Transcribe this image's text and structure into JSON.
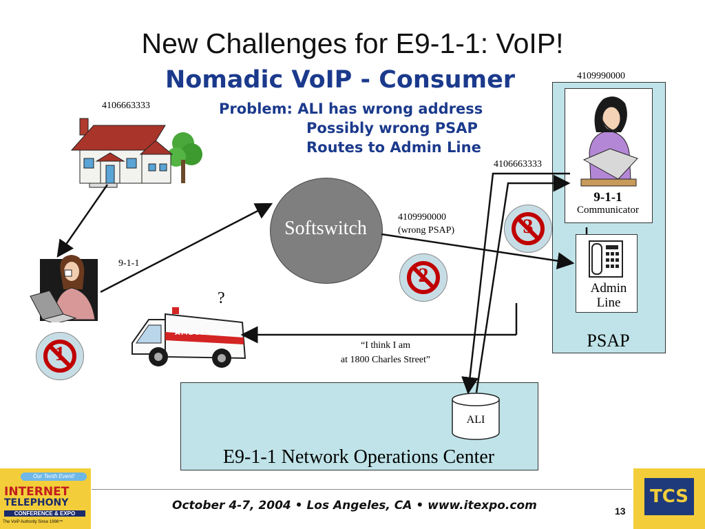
{
  "slide": {
    "title": "New Challenges for E9-1-1:  VoIP!",
    "subtitle": "Nomadic VoIP - Consumer",
    "problem_lines": [
      "Problem: ALI has wrong address",
      "Possibly wrong PSAP",
      "Routes to Admin Line"
    ]
  },
  "numbers": {
    "house": "4106663333",
    "psap_top": "4109990000",
    "psap_in": "4106663333",
    "wrong_psap_num": "4109990000",
    "wrong_psap_label": "(wrong PSAP)"
  },
  "labels": {
    "softswitch": "Softswitch",
    "call": "9-1-1",
    "question": "?",
    "quote_line1": "“I think I am",
    "quote_line2": "at 1800 Charles Street”",
    "comm_line1": "9-1-1",
    "comm_line2": "Communicator",
    "admin_line1": "Admin",
    "admin_line2": "Line",
    "psap": "PSAP",
    "ali": "ALI",
    "noc": "E9-1-1 Network Operations Center",
    "ambulance": "AMBULANCE"
  },
  "signs": [
    "1",
    "2",
    "3"
  ],
  "footer": {
    "text": "October 4-7, 2004 • Los Angeles, CA • www.itexpo.com",
    "page": "13",
    "logo_left": [
      "Our Tenth Event!",
      "INTERNET",
      "TELEPHONY",
      "CONFERENCE & EXPO",
      "The VoIP Authority Since 1998™"
    ],
    "logo_right": "TCS"
  },
  "colors": {
    "title_blue": "#1b3a8c",
    "box_fill": "#bfe3e8",
    "no_sign_red": "#c00000",
    "logo_yellow": "#f3ce3a"
  }
}
